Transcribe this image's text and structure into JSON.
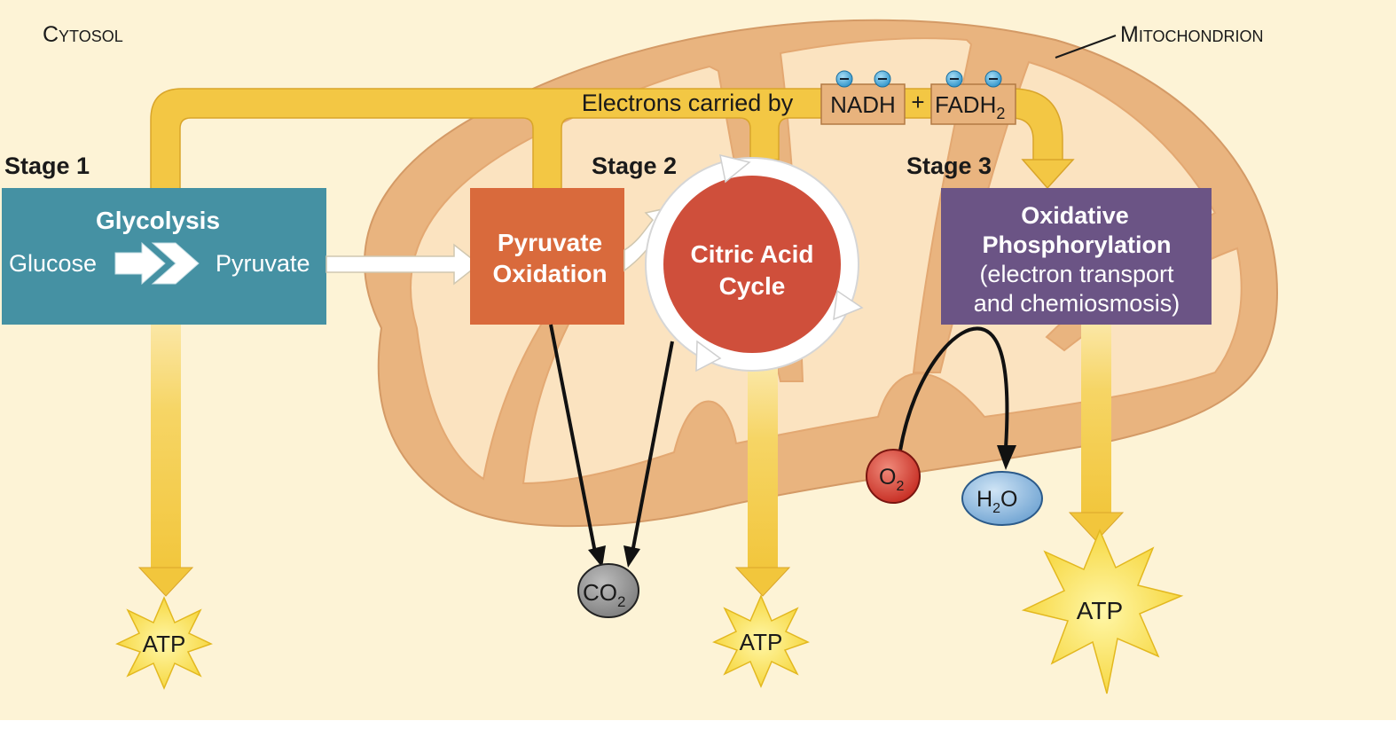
{
  "labels": {
    "cytosol": "Cytosol",
    "mitochondrion": "Mitochondrion",
    "electrons_carried_by": "Electrons carried by",
    "nadh": "NADH",
    "plus": "+",
    "fadh2_main": "FADH",
    "fadh2_sub": "2"
  },
  "stages": {
    "stage1": "Stage 1",
    "stage2": "Stage 2",
    "stage3": "Stage 3"
  },
  "glycolysis": {
    "title": "Glycolysis",
    "input": "Glucose",
    "output": "Pyruvate"
  },
  "pyruvate_oxidation": {
    "line1": "Pyruvate",
    "line2": "Oxidation"
  },
  "citric_acid_cycle": {
    "line1": "Citric Acid",
    "line2": "Cycle"
  },
  "oxidative_phosphorylation": {
    "line1": "Oxidative",
    "line2": "Phosphorylation",
    "line3": "(electron transport",
    "line4": "and chemiosmosis)"
  },
  "molecules": {
    "co2_main": "CO",
    "co2_sub": "2",
    "o2_main": "O",
    "o2_sub": "2",
    "h2o_h": "H",
    "h2o_sub": "2",
    "h2o_o": "O"
  },
  "atp": {
    "atp1": "ATP",
    "atp2": "ATP",
    "atp3": "ATP"
  },
  "colors": {
    "background": "#fdf3d6",
    "mito_outer": "#e9b47f",
    "mito_inner": "#fbe3c0",
    "electron_path": "#f3c744",
    "glycolysis": "#4591a3",
    "pyruvate_oxidation": "#d96a3c",
    "citric_acid_cycle": "#cf4f3b",
    "oxidative_phosphorylation": "#6b5485",
    "atp_star": "#f7dd3f",
    "electron_carrier": "#e8b37d",
    "electron": "#48a9d6"
  }
}
